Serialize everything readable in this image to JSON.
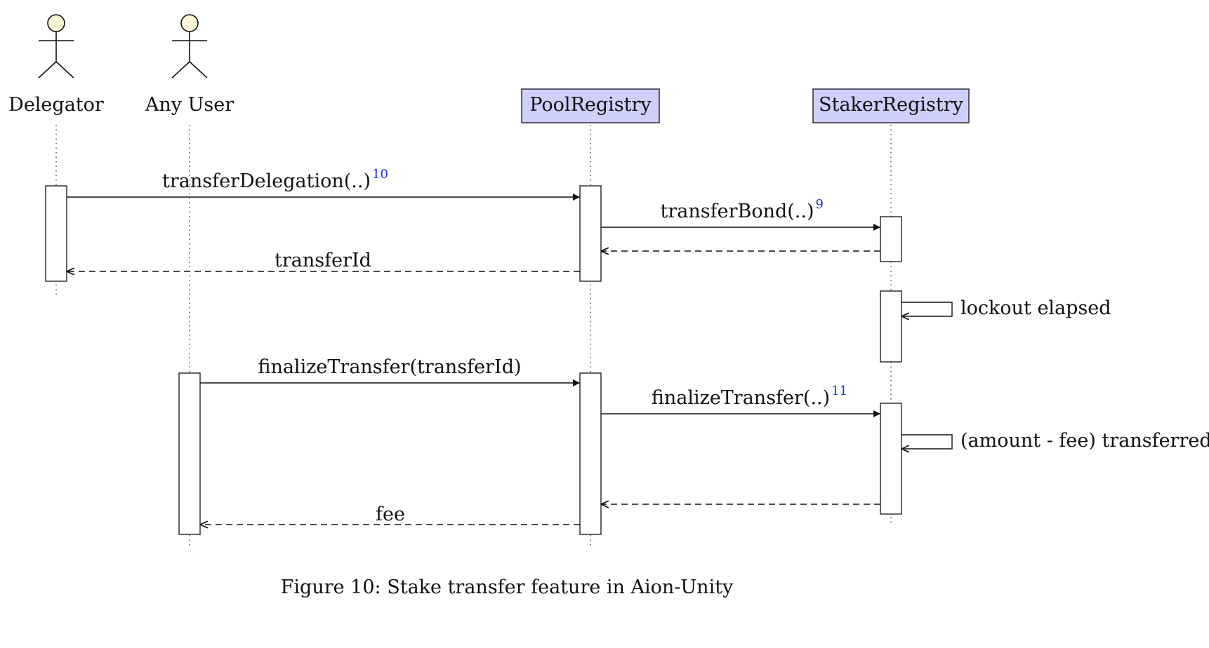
{
  "participants": {
    "delegator": "Delegator",
    "any_user": "Any User",
    "pool_registry": "PoolRegistry",
    "staker_registry": "StakerRegistry"
  },
  "messages": {
    "transfer_delegation": "transferDelegation(..)",
    "transfer_delegation_ref": "10",
    "transfer_bond": "transferBond(..)",
    "transfer_bond_ref": "9",
    "transfer_id": "transferId",
    "lockout_elapsed": "lockout elapsed",
    "finalize_transfer_id": "finalizeTransfer(transferId)",
    "finalize_transfer": "finalizeTransfer(..)",
    "finalize_transfer_ref": "11",
    "amount_fee_transferred": "(amount - fee) transferred",
    "fee": "fee"
  },
  "caption": "Figure 10: Stake transfer feature in Aion-Unity",
  "colors": {
    "participant_box": "#cfcffc",
    "actor_head": "#fbf8d8",
    "footnote_ref": "#1a2ee0"
  }
}
